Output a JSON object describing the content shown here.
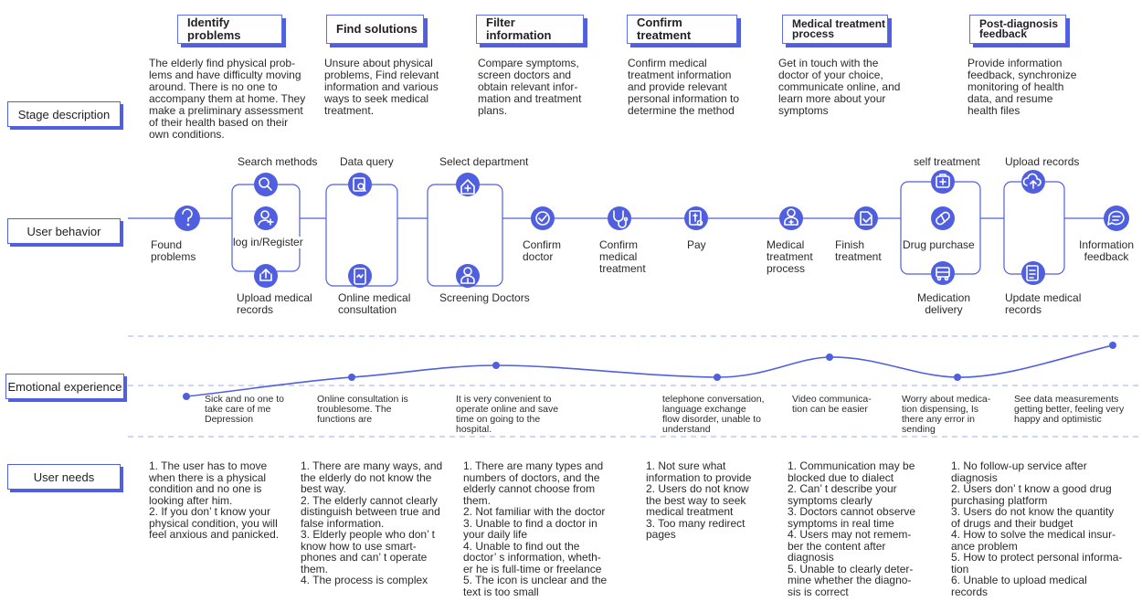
{
  "stages": [
    {
      "title": "Identify problems",
      "desc": "The elderly find physical prob-\nlems and have difficulty moving\naround. There is no one to\naccompany them at home. They\nmake a preliminary assessment\nof their health based on their\nown conditions."
    },
    {
      "title": "Find solutions",
      "desc": "Unsure about physical\nproblems, Find relevant\ninformation and various\nways to seek medical\ntreatment."
    },
    {
      "title": "Filter information",
      "desc": "Compare  symptoms,\nscreen doctors and\nobtain relevant infor-\nmation and treatment\nplans."
    },
    {
      "title": "Confirm treatment",
      "desc": "Confirm medical\ntreatment information\nand provide relevant\npersonal information to\ndetermine the method"
    },
    {
      "title": "Medical treatment\nprocess",
      "desc": "Get in touch with the\ndoctor of your choice,\ncommunicate online, and\nlearn more about your\nsymptoms"
    },
    {
      "title": "Post-diagnosis\nfeedback",
      "desc": "Provide information\nfeedback, synchronize\nmonitoring of health\ndata, and resume\nhealth files"
    }
  ],
  "row_labels": {
    "stage": "Stage description",
    "behavior": "User behavior",
    "emotion": "Emotional experience",
    "needs": "User needs"
  },
  "behavior": {
    "found": "Found\nproblems",
    "search": "Search methods",
    "login": "log in/Register",
    "upload": "Upload medical\nrecords",
    "data_query": "Data query",
    "online": "Online medical\nconsultation",
    "select_dept": "Select department",
    "screening": "Screening Doctors",
    "confirm_doctor": "Confirm\ndoctor",
    "confirm_treatment": "Confirm\nmedical\ntreatment",
    "pay": "Pay",
    "medical_process": "Medical\ntreatment\nprocess",
    "finish": "Finish\ntreatment",
    "self_treatment": "self treatment",
    "drug": "Drug purchase",
    "delivery": "Medication\ndelivery",
    "upload_records": "Upload records",
    "update_records": "Update medical\nrecords",
    "info_feedback": "Information\nfeedback"
  },
  "emotions": [
    "Sick and no one to\ntake care of me\nDepression",
    "Online consultation is\ntroublesome. The\nfunctions are",
    "It is very convenient to\noperate online and save\ntime on going to the\nhospital.",
    "telephone conversation,\nlanguage exchange\nflow disorder, unable to\nunderstand",
    "Video communica-\ntion can be easier",
    "Worry about medica-\ntion dispensing, Is\nthere any error in\nsending",
    "See data measurements\ngetting better, feeling very\nhappy and optimistic"
  ],
  "needs": [
    "1. The user has to move\nwhen there is a physical\ncondition and no one is\nlooking after him.\n2. If you don’ t know your\nphysical condition, you will\nfeel anxious and panicked.",
    "1. There are many ways, and\nthe elderly do not know the\nbest way.\n2. The elderly cannot clearly\ndistinguish between true and\nfalse information.\n3. Elderly people who don’ t\nknow how to use smart-\nphones and can’ t operate\nthem.\n4. The process is complex",
    "1. There are many types and\nnumbers of doctors, and the\nelderly cannot choose from\nthem.\n2. Not familiar with the doctor\n3. Unable to find a doctor in\nyour daily life\n4. Unable to find out the\ndoctor’ s information, wheth-\ner he is full-time or freelance\n5. The icon is unclear and the\ntext is too small",
    "1. Not sure what\ninformation to provide\n2. Users do not know\nthe best way to seek\nmedical treatment\n3. Too many redirect\npages",
    "1. Communication may be\nblocked due to dialect\n2. Can’ t describe your\nsymptoms clearly\n3. Doctors cannot observe\nsymptoms in real time\n4. Users may not remem-\nber the content after\ndiagnosis\n5. Unable to clearly deter-\nmine whether the diagno-\nsis is correct",
    "1. No follow-up service after\ndiagnosis\n2. Users don’ t know a good drug\npurchasing platform\n3. Users do not know the quantity\nof drugs and their budget\n4. How to solve the medical insur-\nance problem\n5. How to protect personal informa-\ntion\n6. Unable to upload medical\nrecords"
  ],
  "colors": {
    "accent": "#4f5fe0",
    "text": "#2a2a2a",
    "dash": "#b8bdf0"
  }
}
